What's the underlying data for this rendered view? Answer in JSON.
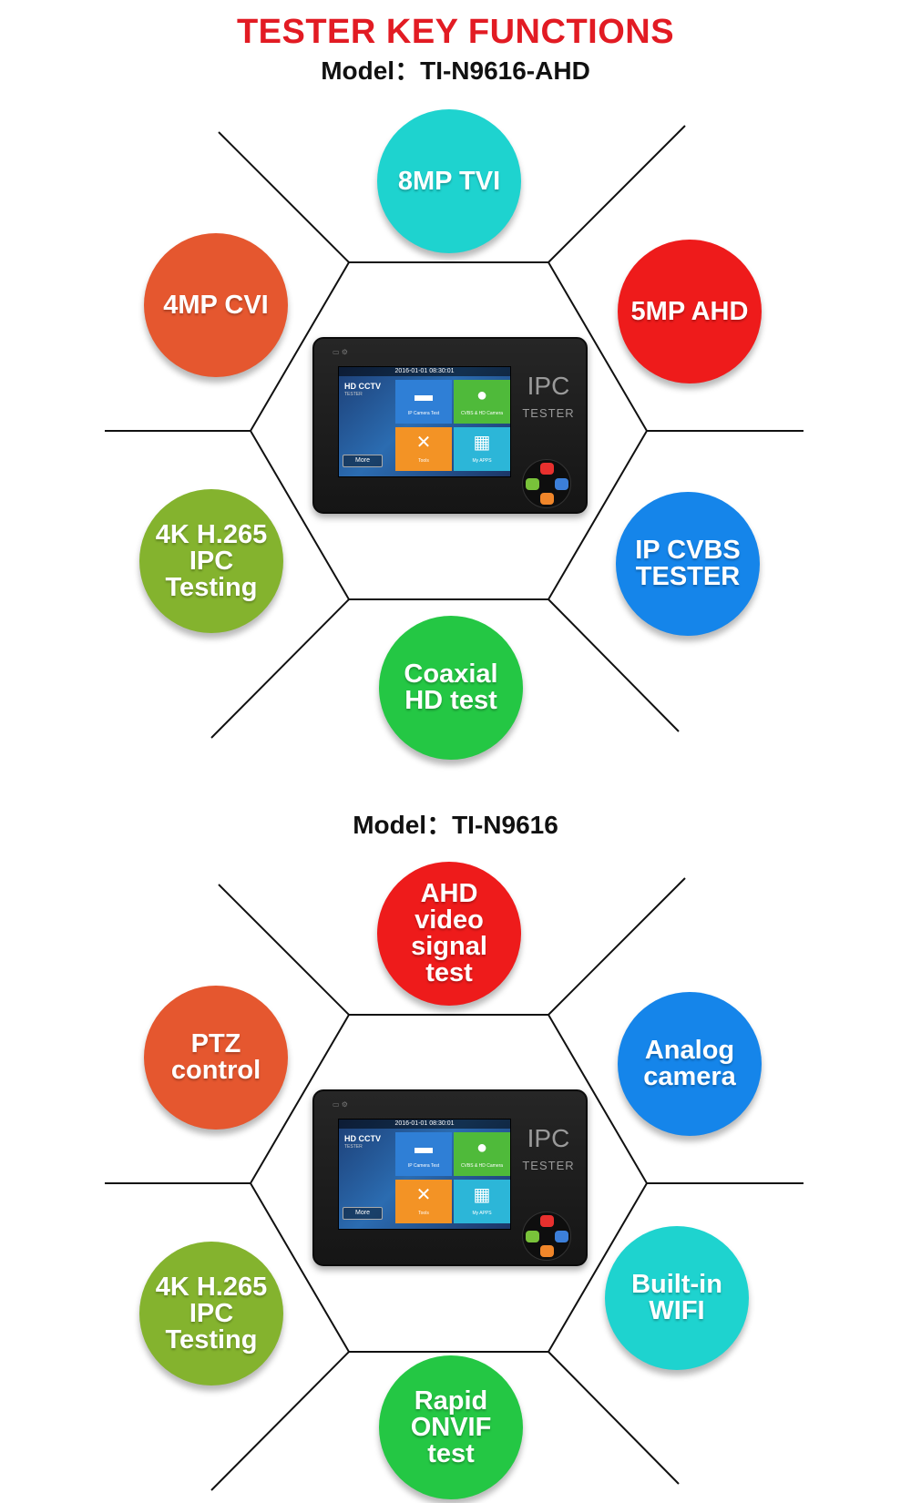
{
  "header": {
    "title": "TESTER KEY FUNCTIONS",
    "title_color": "#e21b23"
  },
  "sections": [
    {
      "model": "Model：TI-N9616-AHD",
      "features": [
        {
          "label": "8MP TVI",
          "color": "#1ed3cf"
        },
        {
          "label": "4MP CVI",
          "color": "#e5572f"
        },
        {
          "label": "5MP AHD",
          "color": "#ee1b1b"
        },
        {
          "label": "4K H.265\nIPC\nTesting",
          "color": "#84b32e"
        },
        {
          "label": "IP CVBS\nTESTER",
          "color": "#1585ea"
        },
        {
          "label": "Coaxial\nHD test",
          "color": "#24c744"
        }
      ]
    },
    {
      "model": "Model：TI-N9616",
      "features": [
        {
          "label": "AHD video\nsignal\ntest",
          "color": "#ee1b1b"
        },
        {
          "label": "PTZ\ncontrol",
          "color": "#e5572f"
        },
        {
          "label": "Analog\ncamera",
          "color": "#1585ea"
        },
        {
          "label": "4K H.265\nIPC\nTesting",
          "color": "#84b32e"
        },
        {
          "label": "Built-in\nWIFI",
          "color": "#1ed3cf"
        },
        {
          "label": "Rapid\nONVIF\ntest",
          "color": "#24c744"
        }
      ]
    }
  ],
  "device": {
    "datetime": "2016-01-01 08:30:01",
    "brand_line1": "HD CCTV",
    "brand_line2": "TESTER",
    "tiles": [
      {
        "label": "IP Camera Test",
        "color": "#2f7fd6",
        "icon": "camera-icon"
      },
      {
        "label": "CVBS & HD Camera",
        "color": "#4fba3a",
        "icon": "dome-camera-icon"
      },
      {
        "label": "Tools",
        "color": "#f39325",
        "icon": "tools-icon"
      },
      {
        "label": "My APPS",
        "color": "#2cb6d8",
        "icon": "apps-grid-icon"
      }
    ],
    "more_label": "More",
    "side_logo": "IPC",
    "side_label": "TESTER",
    "keys": [
      {
        "icon": "power-icon",
        "color": "#e8302e"
      },
      {
        "icon": "menu-icon",
        "color": "#79c23a"
      },
      {
        "icon": "back-icon",
        "color": "#3c7fd9"
      },
      {
        "icon": "enter-icon",
        "color": "#f0862a"
      }
    ]
  }
}
